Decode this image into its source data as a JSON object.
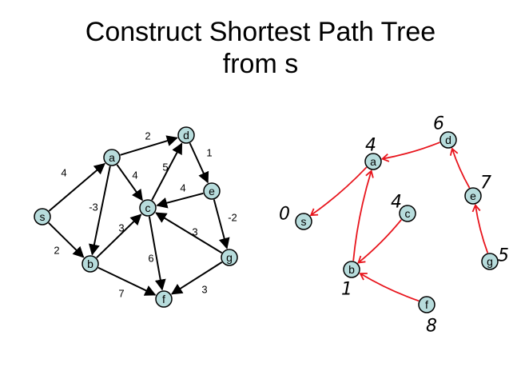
{
  "title": {
    "line1": "Construct Shortest Path Tree",
    "line2": "from s"
  },
  "colors": {
    "node_fill": "#b7dcdc",
    "tree_edge": "#e8141c",
    "edge": "#000000"
  },
  "graph": {
    "nodes": [
      "s",
      "a",
      "b",
      "c",
      "d",
      "e",
      "f",
      "g"
    ],
    "edges": [
      {
        "from": "s",
        "to": "a",
        "weight": "4"
      },
      {
        "from": "s",
        "to": "b",
        "weight": "2"
      },
      {
        "from": "a",
        "to": "b",
        "weight": "-3"
      },
      {
        "from": "a",
        "to": "c",
        "weight": "4"
      },
      {
        "from": "a",
        "to": "d",
        "weight": "2"
      },
      {
        "from": "b",
        "to": "c",
        "weight": "3"
      },
      {
        "from": "b",
        "to": "f",
        "weight": "7"
      },
      {
        "from": "c",
        "to": "d",
        "weight": "5"
      },
      {
        "from": "c",
        "to": "f",
        "weight": "6"
      },
      {
        "from": "d",
        "to": "e",
        "weight": "1"
      },
      {
        "from": "e",
        "to": "c",
        "weight": "4"
      },
      {
        "from": "e",
        "to": "g",
        "weight": "-2"
      },
      {
        "from": "g",
        "to": "c",
        "weight": "3"
      },
      {
        "from": "g",
        "to": "f",
        "weight": "3"
      }
    ]
  },
  "tree": {
    "nodes": [
      {
        "id": "s",
        "dist": "0"
      },
      {
        "id": "a",
        "dist": "4"
      },
      {
        "id": "b",
        "dist": "1"
      },
      {
        "id": "c",
        "dist": "4"
      },
      {
        "id": "d",
        "dist": "6"
      },
      {
        "id": "e",
        "dist": "7"
      },
      {
        "id": "f",
        "dist": "8"
      },
      {
        "id": "g",
        "dist": "5"
      }
    ],
    "edges": [
      {
        "from": "a",
        "to": "s"
      },
      {
        "from": "d",
        "to": "a"
      },
      {
        "from": "b",
        "to": "a"
      },
      {
        "from": "c",
        "to": "b"
      },
      {
        "from": "f",
        "to": "b"
      },
      {
        "from": "e",
        "to": "d"
      },
      {
        "from": "g",
        "to": "e"
      }
    ]
  }
}
